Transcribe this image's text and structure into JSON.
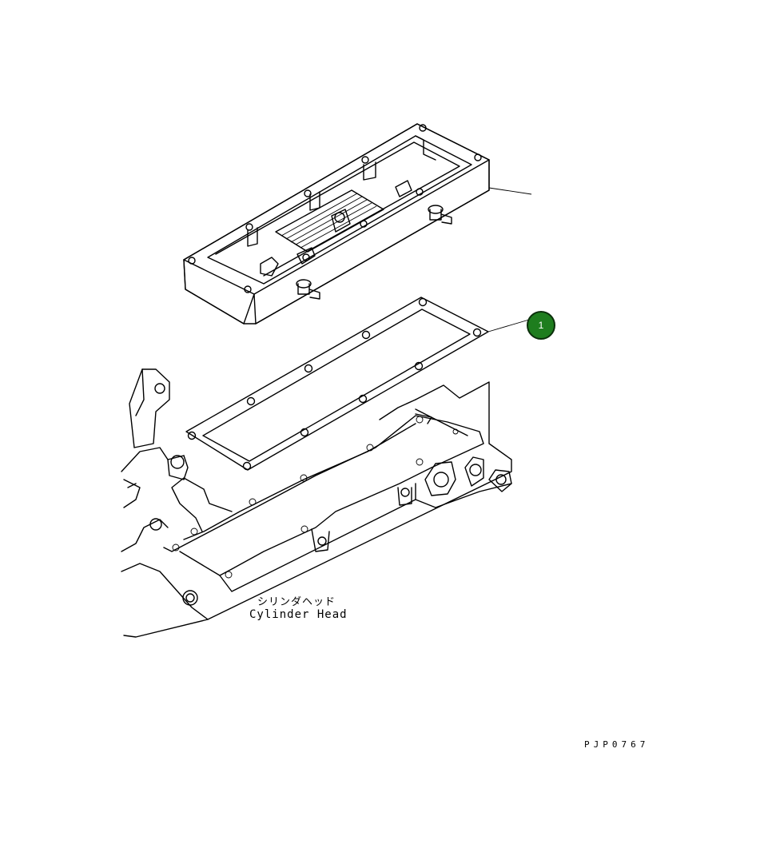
{
  "labels": {
    "cylinder_head_jp": "シリンダヘッド",
    "cylinder_head_en": "Cylinder Head",
    "drawing_code": "PJP0767"
  },
  "callouts": [
    {
      "number": "1",
      "color": "#1e7d1e"
    }
  ]
}
